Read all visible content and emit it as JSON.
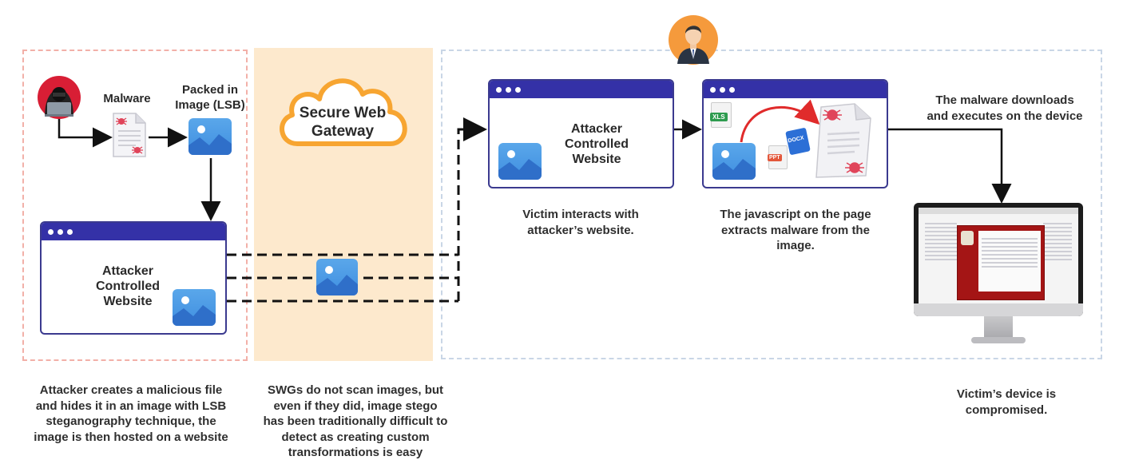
{
  "zones": {
    "attacker_caption": [
      "Attacker creates a malicious file",
      "and hides it in an image with LSB",
      "steganography technique, the",
      "image is then hosted on a website"
    ],
    "swg_caption": [
      "SWGs do not scan images, but",
      "even if they did, image stego",
      "has been traditionally difficult to",
      "detect as creating custom",
      "transformations is easy"
    ],
    "victim_caption": [
      "Victim’s device is",
      "compromised."
    ]
  },
  "labels": {
    "malware": "Malware",
    "packed": [
      "Packed in",
      "Image (LSB)"
    ],
    "swg": [
      "Secure Web",
      "Gateway"
    ],
    "attacker_site_1": [
      "Attacker",
      "Controlled",
      "Website"
    ],
    "attacker_site_2": [
      "Attacker",
      "Controlled",
      "Website"
    ],
    "victim_interacts": [
      "Victim interacts with",
      "attacker’s website."
    ],
    "js_extracts": [
      "The javascript on the page",
      "extracts malware from the image."
    ],
    "downloads": [
      "The malware downloads",
      "and executes on the device"
    ]
  },
  "file_badges": {
    "xls": "XLS",
    "ppt": "PPT",
    "docx": "DOCX"
  },
  "colors": {
    "attacker_border": "#f2b0a8",
    "swg_fill": "#fde9cd",
    "victim_border": "#c9d6e6",
    "browser_bar": "#3431a7",
    "image_icon": "#4a98e6",
    "cloud_outline": "#f7a531",
    "spider": "#e0455a",
    "arrow_red": "#e02b2b"
  },
  "icons": [
    "hacker-avatar-icon",
    "spider-icon",
    "document-icon",
    "image-icon",
    "cloud-icon",
    "user-avatar-icon",
    "computer-monitor-icon"
  ]
}
